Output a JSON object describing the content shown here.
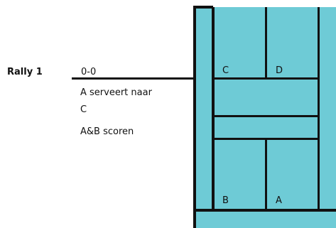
{
  "rally": {
    "label": "Rally 1",
    "score": "0-0",
    "description_lines": [
      "A serveert naar",
      "C",
      "A&B scoren"
    ]
  },
  "court": {
    "fill_color": "#6ecbd6",
    "line_color": "#111111",
    "players": {
      "top_left": "C",
      "top_right": "D",
      "bottom_left": "B",
      "bottom_right": "A"
    }
  }
}
